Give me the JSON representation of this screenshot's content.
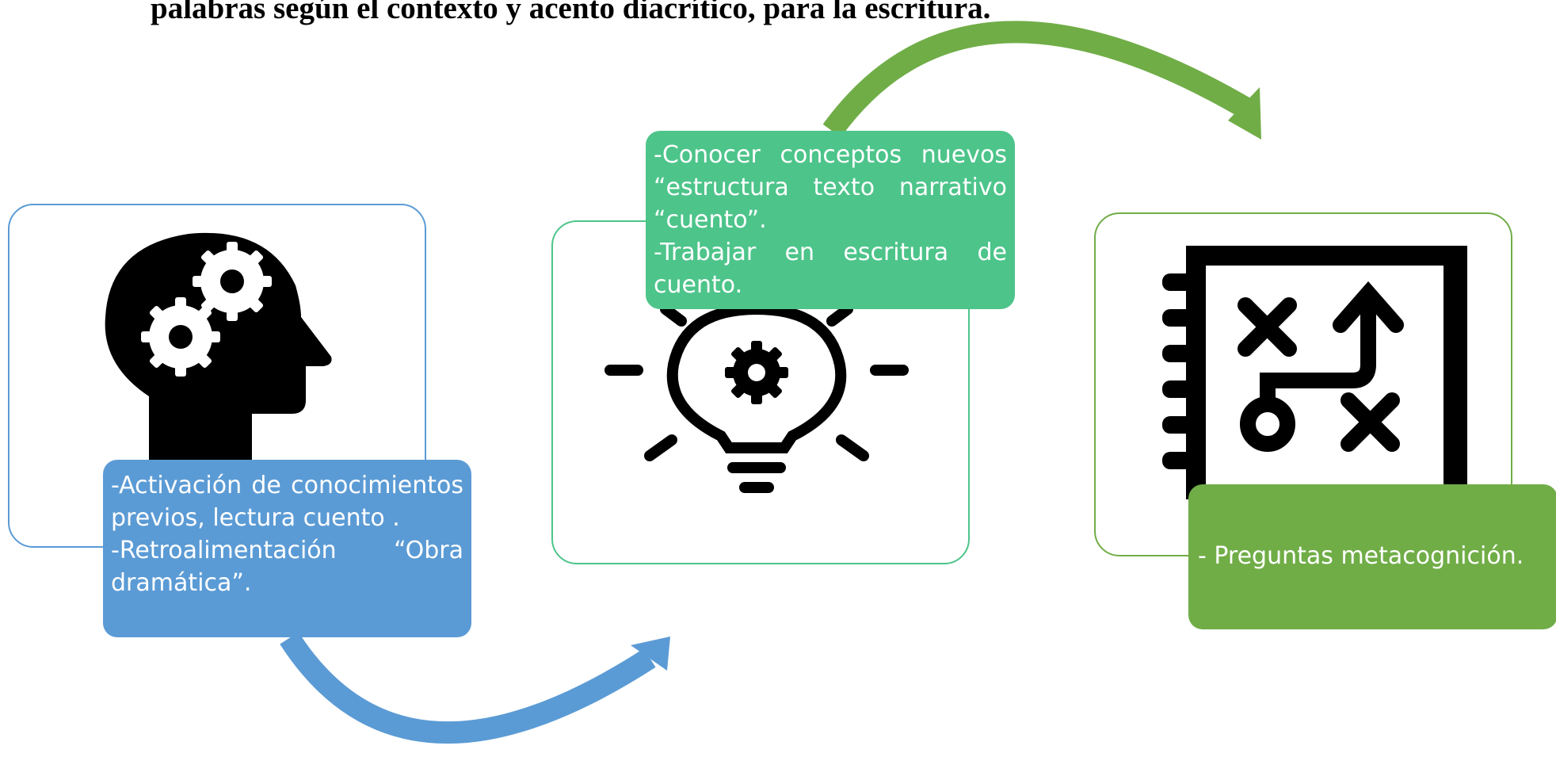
{
  "title": "palabras según el contexto y acento diacrítico, para la escritura.",
  "colors": {
    "blue": "#5b9bd5",
    "teal": "#4dc48a",
    "green": "#70ad47"
  },
  "steps": [
    {
      "icon": "head-gears-icon",
      "lines": [
        "-Activación de conocimientos previos, lectura cuento .",
        "-Retroalimentación “Obra dramática”."
      ]
    },
    {
      "icon": "lightbulb-gear-icon",
      "lines": [
        "-Conocer conceptos nuevos “estructura texto narrativo “cuento”.",
        "-Trabajar en escritura de cuento."
      ]
    },
    {
      "icon": "strategy-notebook-icon",
      "lines": [
        "- Preguntas metacognición."
      ]
    }
  ]
}
